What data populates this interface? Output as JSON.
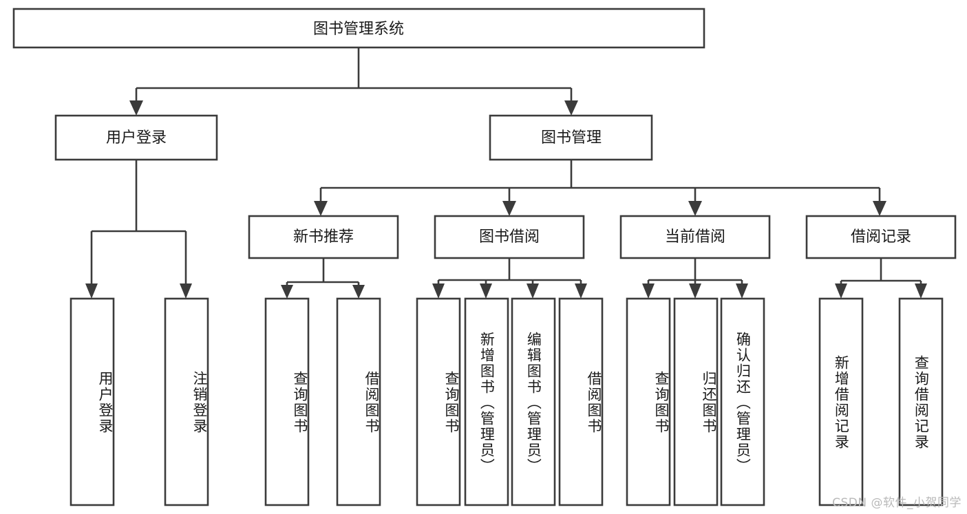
{
  "diagram": {
    "type": "tree-hierarchy",
    "title": "图书管理系统",
    "root": {
      "label": "图书管理系统",
      "orientation": "horizontal"
    },
    "level1": [
      {
        "label": "用户登录",
        "orientation": "horizontal"
      },
      {
        "label": "图书管理",
        "orientation": "horizontal"
      }
    ],
    "level2": [
      {
        "label": "新书推荐",
        "orientation": "horizontal"
      },
      {
        "label": "图书借阅",
        "orientation": "horizontal"
      },
      {
        "label": "当前借阅",
        "orientation": "horizontal"
      },
      {
        "label": "借阅记录",
        "orientation": "horizontal"
      }
    ],
    "leaves": {
      "user_login": [
        {
          "label": "用户登录",
          "orientation": "vertical"
        },
        {
          "label": "注销登录",
          "orientation": "vertical"
        }
      ],
      "new_book_recommend": [
        {
          "label": "查询图书",
          "orientation": "vertical"
        },
        {
          "label": "借阅图书",
          "orientation": "vertical"
        }
      ],
      "book_borrow": [
        {
          "label": "查询图书",
          "orientation": "vertical"
        },
        {
          "label": "新增图书（管理员）",
          "orientation": "vertical"
        },
        {
          "label": "编辑图书（管理员）",
          "orientation": "vertical"
        },
        {
          "label": "借阅图书",
          "orientation": "vertical"
        }
      ],
      "current_borrow": [
        {
          "label": "查询图书",
          "orientation": "vertical"
        },
        {
          "label": "归还图书",
          "orientation": "vertical"
        },
        {
          "label": "确认归还（管理员）",
          "orientation": "vertical"
        }
      ],
      "borrow_record": [
        {
          "label": "新增借阅记录",
          "orientation": "vertical"
        },
        {
          "label": "查询借阅记录",
          "orientation": "vertical"
        }
      ]
    },
    "colors": {
      "stroke": "#3b3b3b",
      "fill": "#ffffff",
      "text": "#1a1a1a",
      "background": "#ffffff",
      "watermark": "#b9b9b9"
    }
  },
  "watermark": {
    "text": "CSDN @软件_小贺同学"
  }
}
